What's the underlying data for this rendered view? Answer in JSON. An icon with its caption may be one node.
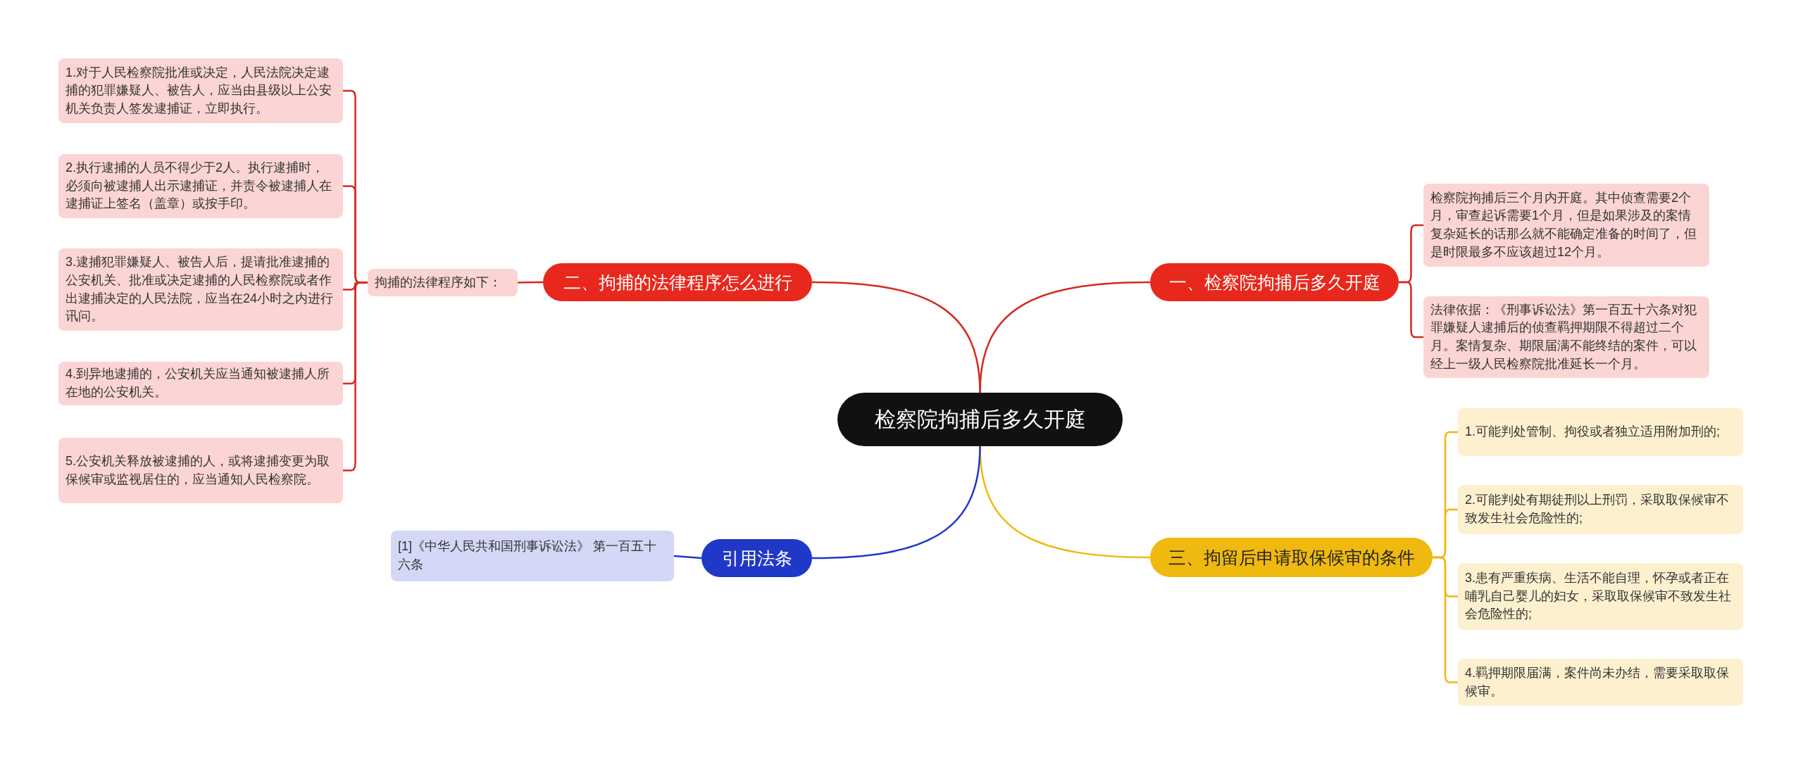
{
  "diagram": {
    "nodes": [
      {
        "text": [
          "检察院拘捕后多久开庭"
        ]
      },
      {
        "text": [
          "一、检察院拘捕后多久开庭"
        ]
      },
      {
        "text": [
          "检察院拘捕后三个月内开庭。其中侦查需要2个月，审查起诉需要1个月，但是如果涉及的案情复杂延长的话那么就不能确定准备的时间了，但是时限最多不应该超过12个月。"
        ]
      },
      {
        "text": [
          "法律依据：《刑事诉讼法》第一百五十六条对犯罪嫌疑人逮捕后的侦查羁押期限不得超过二个月。案情复杂、期限届满不能终结的案件，可以经上一级人民检察院批准延长一个月。"
        ]
      },
      {
        "text": [
          "二、拘捕的法律程序怎么进行"
        ]
      },
      {
        "text": [
          "拘捕的法律程序如下："
        ]
      },
      {
        "text": [
          "1.对于人民检察院批准或决定，人民法院决定逮捕的犯罪嫌疑人、被告人，应当由县级以上公安机关负责人签发逮捕证，立即执行。"
        ]
      },
      {
        "text": [
          "2.执行逮捕的人员不得少于2人。执行逮捕时，必须向被逮捕人出示逮捕证，并责令被逮捕人在逮捕证上签名（盖章）或按手印。"
        ]
      },
      {
        "text": [
          "3.逮捕犯罪嫌疑人、被告人后，提请批准逮捕的公安机关、批准或决定逮捕的人民检察院或者作出逮捕决定的人民法院，应当在24小时之内进行讯问。"
        ]
      },
      {
        "text": [
          "4.到异地逮捕的，公安机关应当通知被逮捕人所在地的公安机关。"
        ]
      },
      {
        "text": [
          "5.公安机关释放被逮捕的人，或将逮捕变更为取保候审或监视居住的，应当通知人民检察院。"
        ]
      },
      {
        "text": [
          "三、拘留后申请取保候审的条件"
        ]
      },
      {
        "text": [
          "1.可能判处管制、拘役或者独立适用附加刑的;"
        ]
      },
      {
        "text": [
          "2.可能判处有期徒刑以上刑罚，采取取保候审不致发生社会危险性的;"
        ]
      },
      {
        "text": [
          "3.患有严重疾病、生活不能自理，怀孕或者正在哺乳自己婴儿的妇女，采取取保候审不致发生社会危险性的;"
        ]
      },
      {
        "text": [
          "4.羁押期限届满，案件尚未办结，需要采取取保候审。"
        ]
      },
      {
        "text": [
          "引用法条"
        ]
      },
      {
        "text": [
          "[1]《中华人民共和国刑事诉讼法》 第一百五十六条"
        ]
      }
    ],
    "edges": [
      {
        "from": 0,
        "to": 1,
        "arrow": "none"
      },
      {
        "from": 1,
        "to": 2,
        "arrow": "none"
      },
      {
        "from": 1,
        "to": 3,
        "arrow": "none"
      },
      {
        "from": 0,
        "to": 4,
        "arrow": "none"
      },
      {
        "from": 4,
        "to": 5,
        "arrow": "none"
      },
      {
        "from": 5,
        "to": 6,
        "arrow": "none"
      },
      {
        "from": 5,
        "to": 7,
        "arrow": "none"
      },
      {
        "from": 5,
        "to": 8,
        "arrow": "none"
      },
      {
        "from": 5,
        "to": 9,
        "arrow": "none"
      },
      {
        "from": 5,
        "to": 10,
        "arrow": "none"
      },
      {
        "from": 0,
        "to": 11,
        "arrow": "none",
        "color": "#f0b90f"
      },
      {
        "from": 11,
        "to": 12,
        "arrow": "none",
        "color": "#f0b90f"
      },
      {
        "from": 11,
        "to": 13,
        "arrow": "none",
        "color": "#f0b90f"
      },
      {
        "from": 11,
        "to": 14,
        "arrow": "none",
        "color": "#f0b90f"
      },
      {
        "from": 11,
        "to": 15,
        "arrow": "none",
        "color": "#f0b90f"
      },
      {
        "from": 0,
        "to": 16,
        "arrow": "none",
        "color": "#2038c8"
      },
      {
        "from": 16,
        "to": 17,
        "arrow": "none",
        "color": "#2038c8"
      }
    ]
  }
}
